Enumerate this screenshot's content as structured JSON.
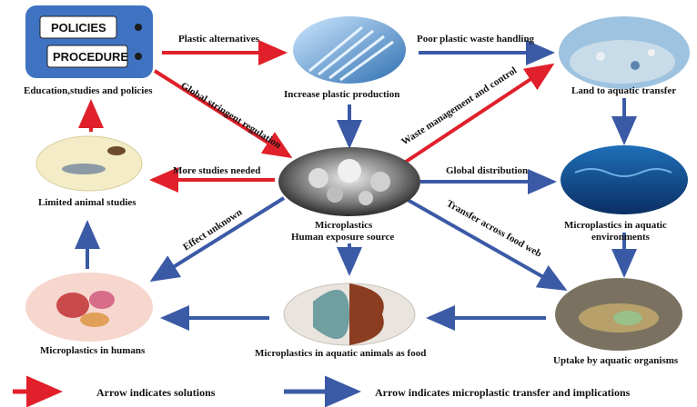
{
  "colors": {
    "solution": "#e0202a",
    "transfer": "#3b5aa6"
  },
  "nodes": {
    "policies": {
      "label": "Education,studies and policies",
      "folder_top": "POLICIES",
      "folder_bottom": "PROCEDURE"
    },
    "production": {
      "label": "Increase plastic production"
    },
    "land_transfer": {
      "label": "Land to aquatic transfer"
    },
    "animal_studies": {
      "label": "Limited animal studies"
    },
    "microplastics": {
      "label": "Microplastics"
    },
    "aquatic_env": {
      "label_line1": "Microplastics in aquatic",
      "label_line2": "environments"
    },
    "humans": {
      "label": "Microplastics in humans"
    },
    "animals_food": {
      "label": "Microplastics in aquatic animals as food"
    },
    "uptake": {
      "label": "Uptake by aquatic organisms"
    }
  },
  "edges": {
    "plastic_alternatives": "Plastic alternatives",
    "poor_handling": "Poor plastic waste handling",
    "global_regulation": "Global stringent regulation",
    "waste_management": "Waste management and control",
    "more_studies": "More studies needed",
    "global_distribution": "Global distribution",
    "effect_unknown": "Effect unknown",
    "human_exposure": "Human exposure source",
    "food_web": "Transfer across food web"
  },
  "legend": {
    "solutions": "Arrow indicates solutions",
    "transfer": "Arrow indicates microplastic transfer and implications"
  }
}
